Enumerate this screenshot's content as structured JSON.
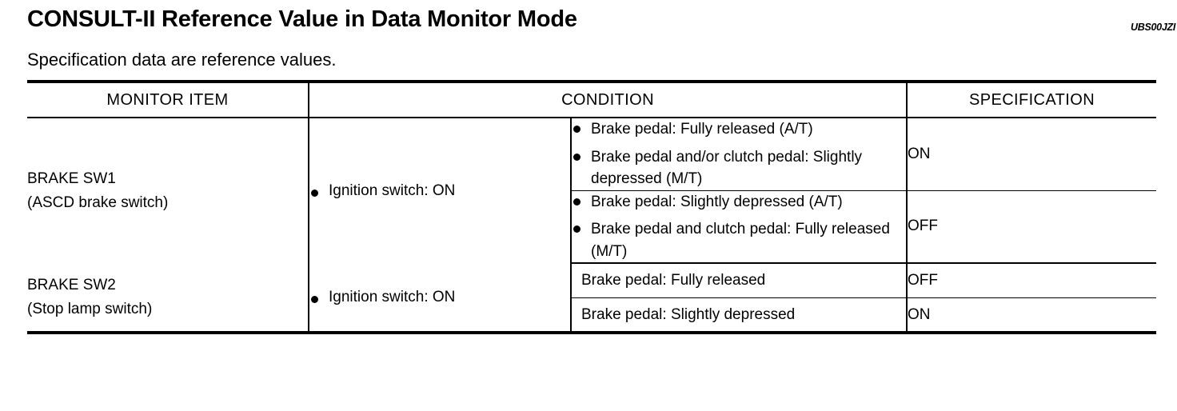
{
  "document": {
    "title": "CONSULT-II Reference Value in Data Monitor Mode",
    "reference_code": "UBS00JZI",
    "subtitle": "Specification data are reference values."
  },
  "table": {
    "headers": {
      "monitor_item": "MONITOR ITEM",
      "condition": "CONDITION",
      "specification": "SPECIFICATION"
    },
    "rows": [
      {
        "item_name": "BRAKE SW1",
        "item_note": "(ASCD brake switch)",
        "condition": "Ignition switch: ON",
        "subrows": [
          {
            "bullets": [
              "Brake pedal: Fully released (A/T)",
              "Brake pedal and/or clutch pedal: Slightly depressed (M/T)"
            ],
            "specification": "ON"
          },
          {
            "bullets": [
              "Brake pedal: Slightly depressed (A/T)",
              "Brake pedal and clutch pedal: Fully released (M/T)"
            ],
            "specification": "OFF"
          }
        ]
      },
      {
        "item_name": "BRAKE SW2",
        "item_note": "(Stop lamp switch)",
        "condition": "Ignition switch: ON",
        "subrows": [
          {
            "bullets": [],
            "text": "Brake pedal: Fully released",
            "specification": "OFF"
          },
          {
            "bullets": [],
            "text": "Brake pedal: Slightly depressed",
            "specification": "ON"
          }
        ]
      }
    ]
  }
}
